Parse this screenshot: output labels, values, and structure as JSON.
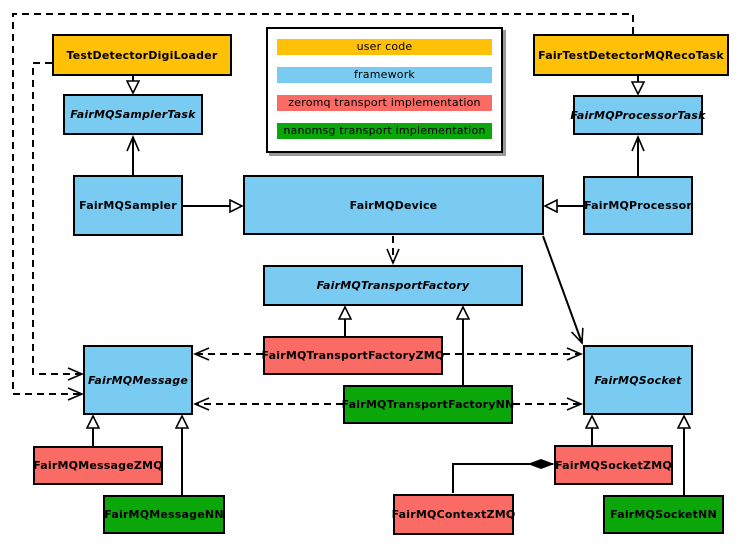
{
  "colors": {
    "user-code": "#FFC107",
    "framework": "#79CBF2",
    "zeromq": "#F96B64",
    "nanomsg": "#0AA60A",
    "bg": "#FFFFFF",
    "shadow": "#999999"
  },
  "diagram": {
    "legend": {
      "items": [
        {
          "label": "user code",
          "category": "user-code"
        },
        {
          "label": "framework",
          "category": "framework"
        },
        {
          "label": "zeromq transport implementation",
          "category": "zeromq"
        },
        {
          "label": "nanomsg transport implementation",
          "category": "nanomsg"
        }
      ]
    },
    "nodes": {
      "digi_loader": {
        "label": "TestDetectorDigiLoader",
        "category": "user-code",
        "abstract": false
      },
      "reco_task": {
        "label": "FairTestDetectorMQRecoTask",
        "category": "user-code",
        "abstract": false
      },
      "sampler_task": {
        "label": "FairMQSamplerTask",
        "category": "framework",
        "abstract": true
      },
      "processor_task": {
        "label": "FairMQProcessorTask",
        "category": "framework",
        "abstract": true
      },
      "sampler": {
        "label": "FairMQSampler",
        "category": "framework",
        "abstract": false
      },
      "device": {
        "label": "FairMQDevice",
        "category": "framework",
        "abstract": false
      },
      "processor": {
        "label": "FairMQProcessor",
        "category": "framework",
        "abstract": false
      },
      "transport_factory": {
        "label": "FairMQTransportFactory",
        "category": "framework",
        "abstract": true
      },
      "transport_factory_zmq": {
        "label": "FairMQTransportFactoryZMQ",
        "category": "zeromq",
        "abstract": false
      },
      "transport_factory_nn": {
        "label": "FairMQTransportFactoryNN",
        "category": "nanomsg",
        "abstract": false
      },
      "message": {
        "label": "FairMQMessage",
        "category": "framework",
        "abstract": true
      },
      "socket": {
        "label": "FairMQSocket",
        "category": "framework",
        "abstract": true
      },
      "message_zmq": {
        "label": "FairMQMessageZMQ",
        "category": "zeromq",
        "abstract": false
      },
      "message_nn": {
        "label": "FairMQMessageNN",
        "category": "nanomsg",
        "abstract": false
      },
      "socket_zmq": {
        "label": "FairMQSocketZMQ",
        "category": "zeromq",
        "abstract": false
      },
      "socket_nn": {
        "label": "FairMQSocketNN",
        "category": "nanomsg",
        "abstract": false
      },
      "context_zmq": {
        "label": "FairMQContextZMQ",
        "category": "zeromq",
        "abstract": false
      }
    },
    "relationships": [
      {
        "from": "TestDetectorDigiLoader",
        "to": "FairMQSamplerTask",
        "type": "inheritance"
      },
      {
        "from": "FairTestDetectorMQRecoTask",
        "to": "FairMQProcessorTask",
        "type": "inheritance"
      },
      {
        "from": "FairMQSampler",
        "to": "FairMQSamplerTask",
        "type": "association"
      },
      {
        "from": "FairMQProcessor",
        "to": "FairMQProcessorTask",
        "type": "association"
      },
      {
        "from": "FairMQSampler",
        "to": "FairMQDevice",
        "type": "inheritance"
      },
      {
        "from": "FairMQProcessor",
        "to": "FairMQDevice",
        "type": "inheritance"
      },
      {
        "from": "FairMQDevice",
        "to": "FairMQTransportFactory",
        "type": "dependency"
      },
      {
        "from": "FairMQDevice",
        "to": "FairMQSocket",
        "type": "association"
      },
      {
        "from": "FairMQTransportFactoryZMQ",
        "to": "FairMQTransportFactory",
        "type": "inheritance"
      },
      {
        "from": "FairMQTransportFactoryNN",
        "to": "FairMQTransportFactory",
        "type": "inheritance"
      },
      {
        "from": "FairMQTransportFactoryZMQ",
        "to": "FairMQMessage",
        "type": "dependency"
      },
      {
        "from": "FairMQTransportFactoryZMQ",
        "to": "FairMQSocket",
        "type": "dependency"
      },
      {
        "from": "FairMQTransportFactoryNN",
        "to": "FairMQMessage",
        "type": "dependency"
      },
      {
        "from": "FairMQTransportFactoryNN",
        "to": "FairMQSocket",
        "type": "dependency"
      },
      {
        "from": "FairMQMessageZMQ",
        "to": "FairMQMessage",
        "type": "inheritance"
      },
      {
        "from": "FairMQMessageNN",
        "to": "FairMQMessage",
        "type": "inheritance"
      },
      {
        "from": "FairMQSocketZMQ",
        "to": "FairMQSocket",
        "type": "inheritance"
      },
      {
        "from": "FairMQSocketNN",
        "to": "FairMQSocket",
        "type": "inheritance"
      },
      {
        "from": "FairMQSocketZMQ",
        "to": "FairMQContextZMQ",
        "type": "composition"
      },
      {
        "from": "TestDetectorDigiLoader",
        "to": "FairMQMessage",
        "type": "dependency"
      },
      {
        "from": "FairTestDetectorMQRecoTask",
        "to": "FairMQMessage",
        "type": "dependency"
      }
    ]
  }
}
